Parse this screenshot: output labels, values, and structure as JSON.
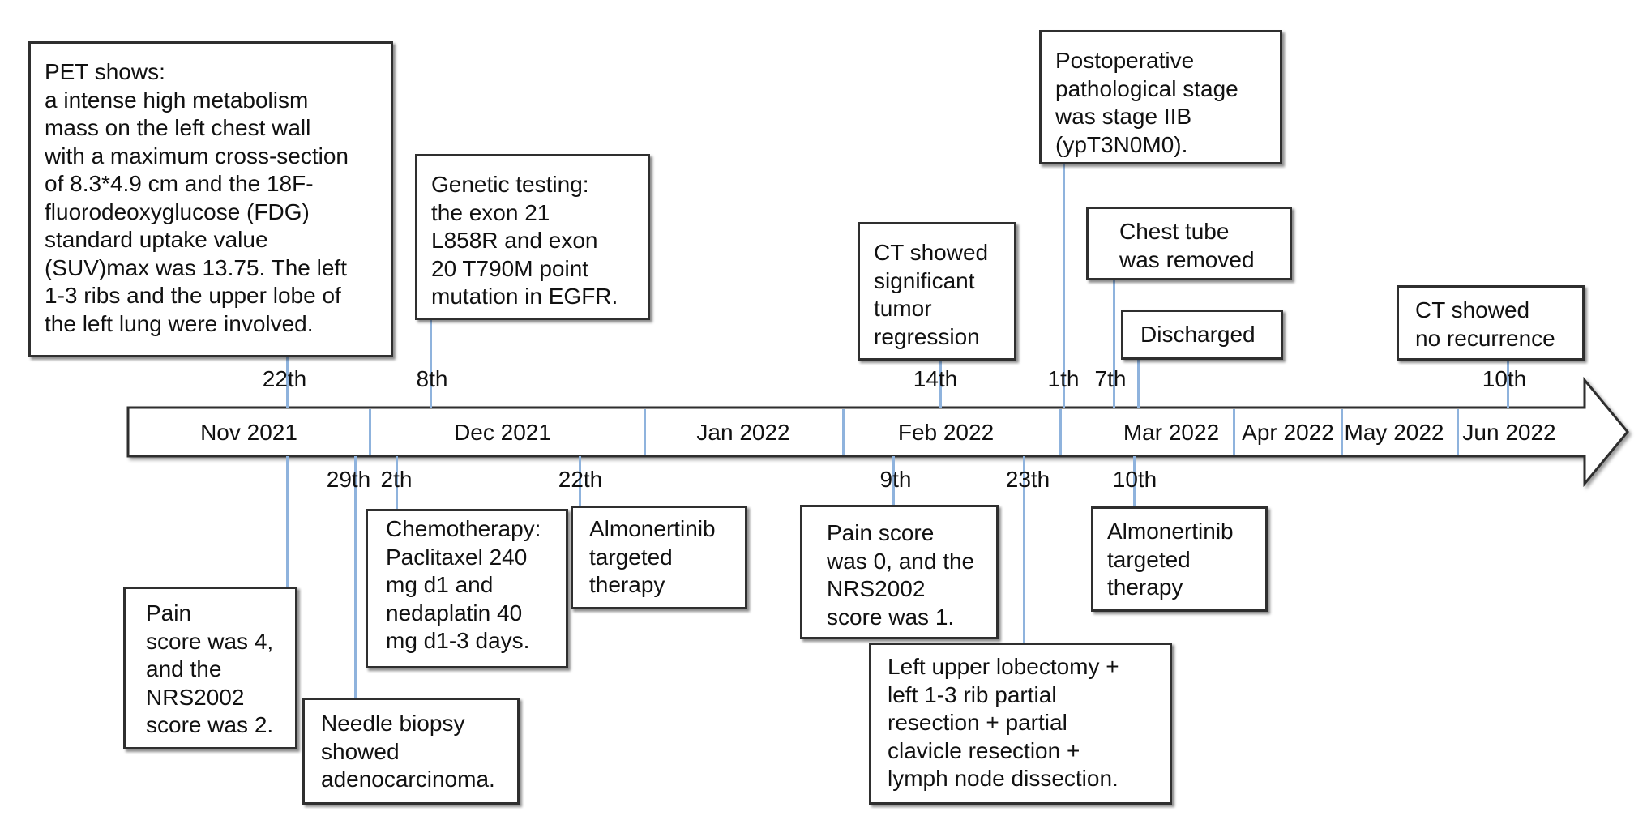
{
  "timeline": {
    "months": [
      "Nov 2021",
      "Dec 2021",
      "Jan 2022",
      "Feb 2022",
      "Mar 2022",
      "Apr 2022",
      "May 2022",
      "Jun 2022"
    ]
  },
  "top_events": [
    {
      "day": "22th",
      "text": "PET shows:\na intense high metabolism\nmass on the left chest wall\nwith a maximum cross-section\nof 8.3*4.9 cm and the 18F-\nfluorodeoxyglucose (FDG)\nstandard uptake value\n(SUV)max was 13.75. The left\n1-3 ribs and the upper lobe of\nthe left lung were involved."
    },
    {
      "day": "8th",
      "text": "Genetic testing:\nthe exon 21\nL858R and exon\n20 T790M point\nmutation in EGFR."
    },
    {
      "day": "14th",
      "text": "CT showed\nsignificant\ntumor\nregression"
    },
    {
      "day": "1th",
      "text": "Postoperative\npathological stage\nwas stage IIB\n(ypT3N0M0)."
    },
    {
      "day": "7th",
      "text": "Chest tube\nwas removed"
    },
    {
      "day": "",
      "text": "Discharged"
    },
    {
      "day": "10th",
      "text": "CT showed\nno recurrence"
    }
  ],
  "bottom_events": [
    {
      "day": "",
      "text": "Pain\nscore was 4,\nand the\nNRS2002\nscore was 2."
    },
    {
      "day": "29th",
      "text": "Needle biopsy\nshowed\nadenocarcinoma."
    },
    {
      "day": "2th",
      "text": "Chemotherapy:\nPaclitaxel 240\nmg d1 and\nnedaplatin 40\nmg d1-3 days."
    },
    {
      "day": "22th",
      "text": "Almonertinib\ntargeted\ntherapy"
    },
    {
      "day": "9th",
      "text": "Pain score\nwas 0, and the\nNRS2002\nscore was 1."
    },
    {
      "day": "23th",
      "text": "Left upper lobectomy +\nleft 1-3 rib partial\nresection + partial\nclavicle resection +\nlymph node dissection."
    },
    {
      "day": "10th",
      "text": "Almonertinib\ntargeted\ntherapy"
    }
  ],
  "colors": {
    "connector": "#8fb3dd",
    "border": "#2f2f2f",
    "arrow_fill": "#ffffff"
  }
}
